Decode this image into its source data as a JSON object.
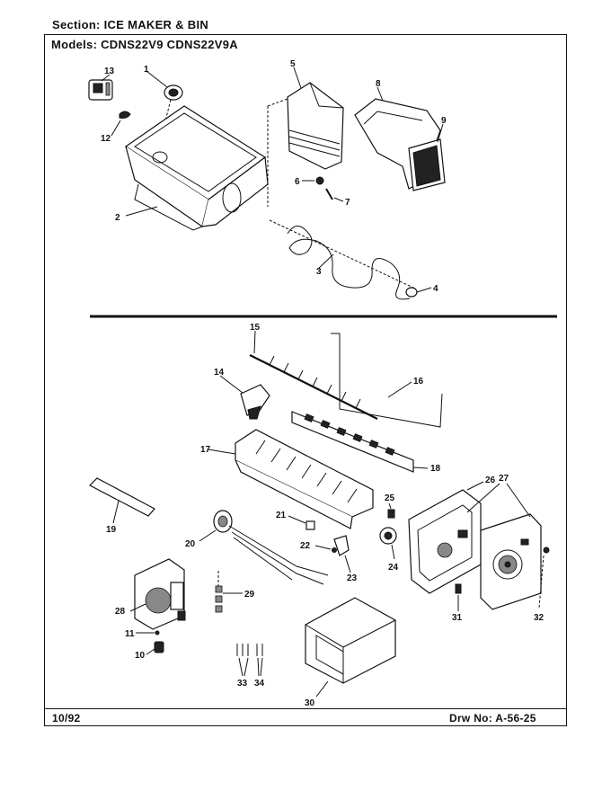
{
  "header": {
    "section": "Section:  ICE MAKER & BIN",
    "models": "Models:  CDNS22V9   CDNS22V9A"
  },
  "footer": {
    "date": "10/92",
    "drawing_number": "Drw No:  A-56-25"
  },
  "callouts": [
    "1",
    "2",
    "3",
    "4",
    "5",
    "6",
    "7",
    "8",
    "9",
    "10",
    "11",
    "12",
    "13",
    "14",
    "15",
    "16",
    "17",
    "18",
    "19",
    "20",
    "21",
    "22",
    "23",
    "24",
    "25",
    "26",
    "27",
    "28",
    "29",
    "30",
    "31",
    "32",
    "33",
    "34"
  ]
}
